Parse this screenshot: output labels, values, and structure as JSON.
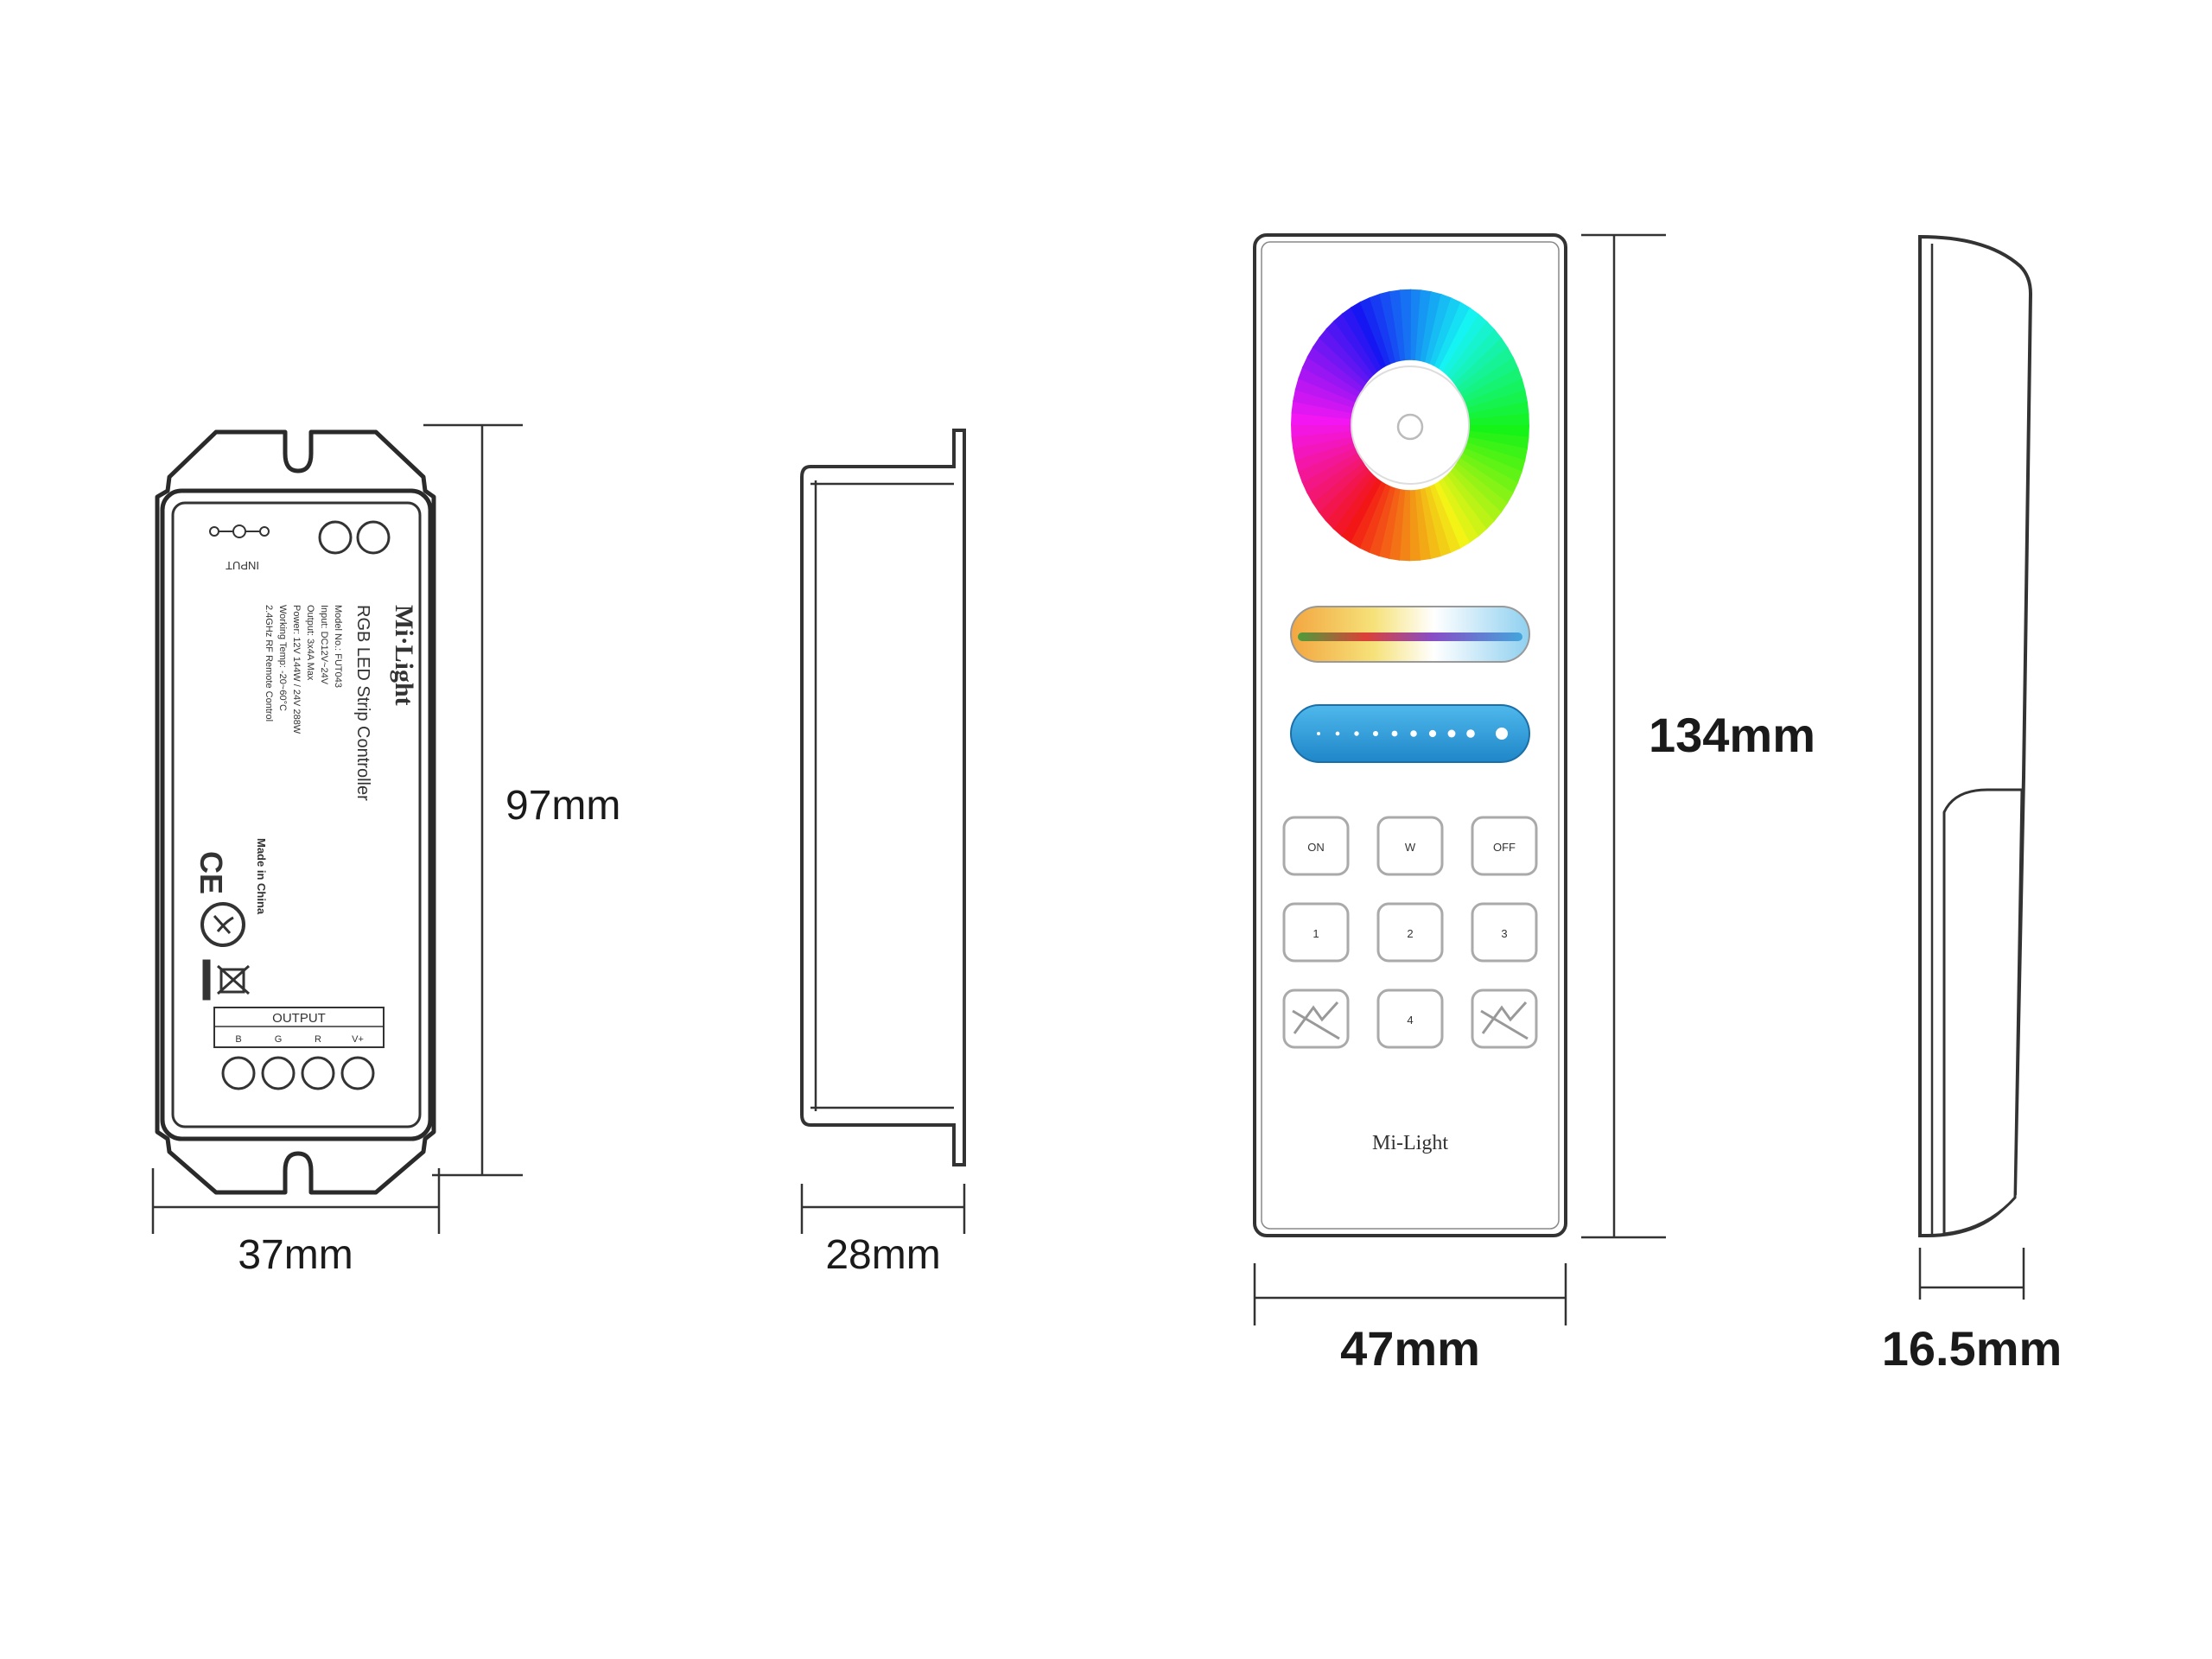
{
  "controller": {
    "brand": "Mi·Light",
    "product": "RGB LED Strip Controller",
    "input_label": "INPUT",
    "output_label": "OUTPUT",
    "output_pins": [
      "B",
      "G",
      "R",
      "V+"
    ],
    "made_in": "Made in China",
    "ce_mark": "CE",
    "spec_lines": [
      "Model No.: FUT043",
      "Input: DC12V~24V",
      "Output: 3x4A Max",
      "Power: 12V 144W / 24V 288W",
      "Working Temp: -20~60°C",
      "2.4GHz RF Remote Control"
    ],
    "width_label": "37mm",
    "height_label": "97mm"
  },
  "controller_side": {
    "depth_label": "28mm"
  },
  "remote": {
    "brand": "Mi-Light",
    "buttons": [
      [
        "ON",
        "W",
        "OFF"
      ],
      [
        "1",
        "2",
        "3"
      ],
      [
        "",
        "4",
        ""
      ]
    ],
    "width_label": "47mm",
    "height_label": "134mm"
  },
  "remote_side": {
    "depth_label": "16.5mm"
  }
}
